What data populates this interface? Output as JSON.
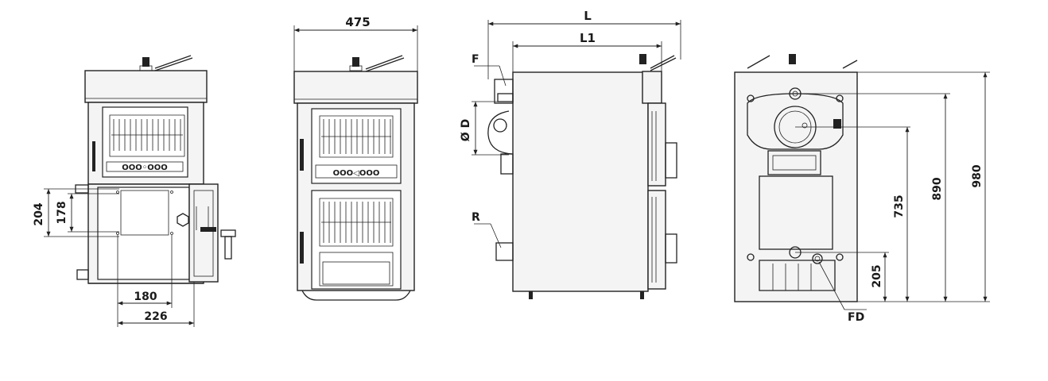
{
  "drawing": {
    "view1": {
      "dim_height_outer": "204",
      "dim_height_inner": "178",
      "dim_width_inner": "180",
      "dim_width_outer": "226",
      "control_symbols": "OOO◦OOO"
    },
    "view2": {
      "dim_width": "475",
      "control_symbols": "OOO◁OOO"
    },
    "view3": {
      "dim_length_total": "L",
      "dim_length_body": "L1",
      "label_flow": "F",
      "label_return": "R",
      "label_diameter": "Ø D"
    },
    "view4": {
      "dim_h1": "205",
      "dim_h2": "735",
      "dim_h3": "890",
      "dim_h4": "980",
      "label_drain": "FD"
    }
  },
  "colors": {
    "line": "#222222",
    "fill": "#f4f4f4",
    "background": "#ffffff"
  }
}
